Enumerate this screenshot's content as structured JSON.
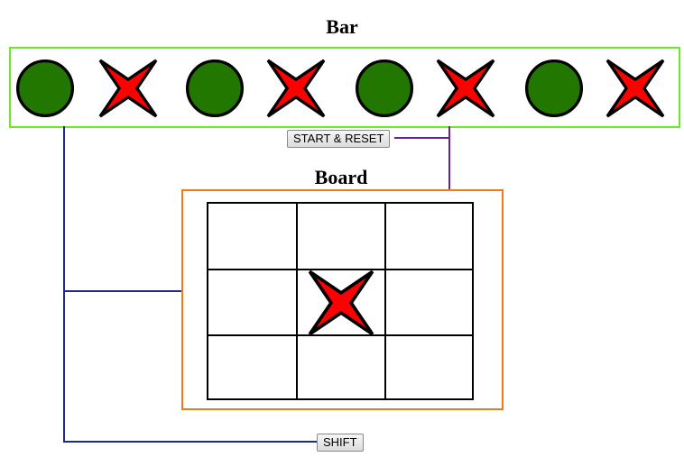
{
  "bar": {
    "title": "Bar",
    "pieces": [
      "circle",
      "cross",
      "circle",
      "cross",
      "circle",
      "cross",
      "circle",
      "cross"
    ]
  },
  "board": {
    "title": "Board",
    "cells": [
      "",
      "",
      "",
      "",
      "cross",
      "",
      "",
      "",
      ""
    ]
  },
  "buttons": {
    "start_reset": "START & RESET",
    "shift": "SHIFT"
  },
  "colors": {
    "bar_border": "#66ee22",
    "board_border": "#f07a1a",
    "circle_fill": "#227700",
    "cross_fill": "#ff0000",
    "wire_blue": "#1c2a8a",
    "wire_purple": "#6a1fa0"
  }
}
